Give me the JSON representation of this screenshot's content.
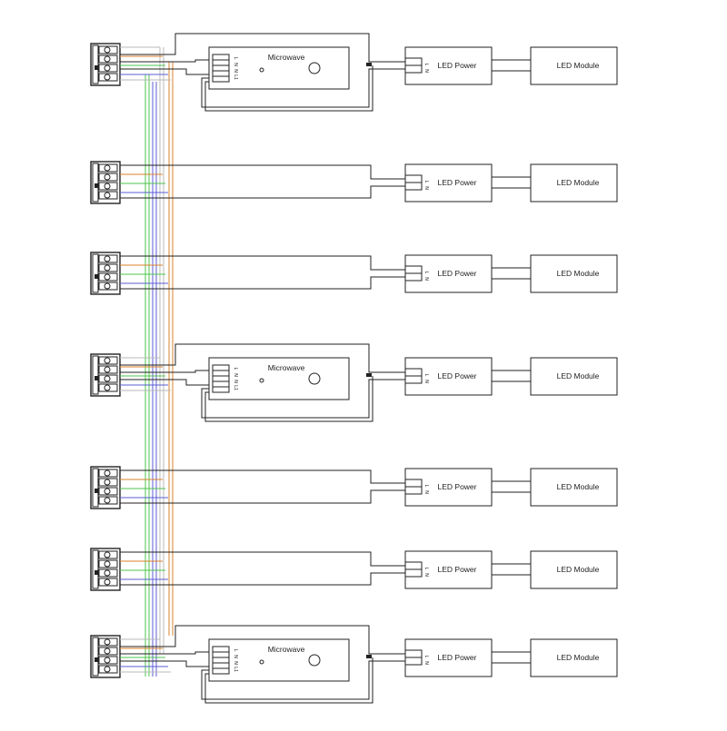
{
  "labels": {
    "microwave": "Microwave",
    "led_power": "LED Power",
    "led_module": "LED Module",
    "pin_l": "L",
    "pin_n": "N",
    "pin_l1": "L1"
  },
  "colors": {
    "line": "#222222",
    "wire_orange": "#d9822b",
    "wire_blue": "#5b5bd6",
    "wire_green": "#4cc44c",
    "wire_grey": "#b8b8b8"
  },
  "rows": [
    {
      "has_microwave": true
    },
    {
      "has_microwave": false
    },
    {
      "has_microwave": false
    },
    {
      "has_microwave": true
    },
    {
      "has_microwave": false
    },
    {
      "has_microwave": false
    },
    {
      "has_microwave": true
    }
  ]
}
